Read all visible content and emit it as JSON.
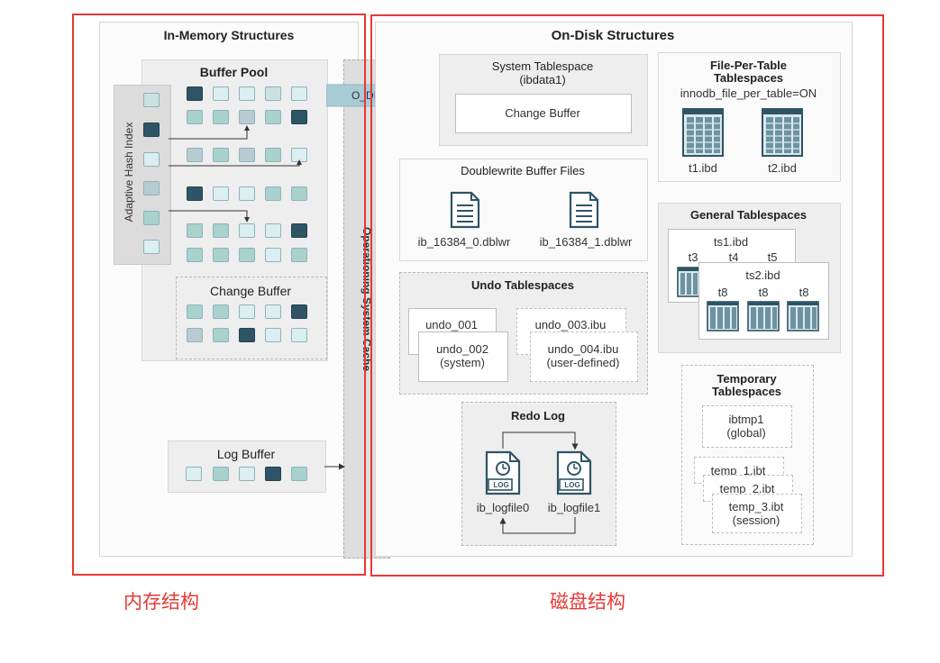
{
  "memory": {
    "title": "In-Memory Structures",
    "buffer_pool_title": "Buffer Pool",
    "adaptive_hash_label": "Adaptive Hash Index",
    "change_buffer_title": "Change Buffer",
    "log_buffer_title": "Log Buffer"
  },
  "os_cache": {
    "label": "Operationing System Cache",
    "odirect_label": "O_DIRECT"
  },
  "disk": {
    "title": "On-Disk Structures",
    "system_tablespace": {
      "title": "System Tablespace",
      "subtitle": "(ibdata1)",
      "change_buffer": "Change Buffer"
    },
    "file_per_table": {
      "title_line1": "File-Per-Table",
      "title_line2": "Tablespaces",
      "setting": "innodb_file_per_table=ON",
      "files": [
        "t1.ibd",
        "t2.ibd"
      ]
    },
    "doublewrite": {
      "title": "Doublewrite Buffer Files",
      "files": [
        "ib_16384_0.dblwr",
        "ib_16384_1.dblwr"
      ]
    },
    "general": {
      "title": "General Tablespaces",
      "ts1": "ts1.ibd",
      "ts1_tables": [
        "t3",
        "t4",
        "t5"
      ],
      "ts2": "ts2.ibd",
      "ts2_tables": [
        "t8",
        "t8",
        "t8"
      ]
    },
    "undo": {
      "title": "Undo Tablespaces",
      "u1": "undo_001",
      "u2_line1": "undo_002",
      "u2_line2": "(system)",
      "u3": "undo_003.ibu",
      "u4_line1": "undo_004.ibu",
      "u4_line2": "(user-defined)"
    },
    "redo": {
      "title": "Redo Log",
      "badge": "LOG",
      "files": [
        "ib_logfile0",
        "ib_logfile1"
      ]
    },
    "temporary": {
      "title_line1": "Temporary",
      "title_line2": "Tablespaces",
      "ibtmp_line1": "ibtmp1",
      "ibtmp_line2": "(global)",
      "temp1": "temp_1.ibt",
      "temp2": "temp_2.ibt",
      "temp3_line1": "temp_3.ibt",
      "temp3_line2": "(session)"
    }
  },
  "captions": {
    "memory": "内存结构",
    "disk": "磁盘结构"
  },
  "colors": {
    "dark": "#2f5466",
    "teal": "#a9d1ce",
    "light": "#dbeef1",
    "gray": "#b7ccd2",
    "red": "#e53935",
    "arrow": "#a9cbd6"
  }
}
